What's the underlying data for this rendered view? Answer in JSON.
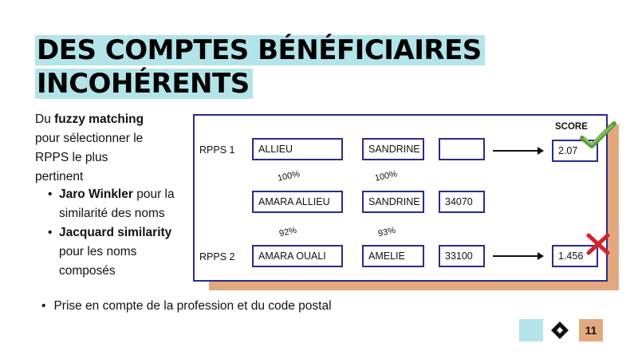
{
  "slide": {
    "title_line1": "DES COMPTES BÉNÉFICIAIRES",
    "title_line2": "INCOHÉRENTS",
    "intro_prefix": "Du ",
    "intro_bold": "fuzzy matching",
    "intro_rest": "pour sélectionner le RPPS le plus pertinent",
    "bullets": [
      {
        "bold": "Jaro Winkler",
        "rest": " pour la similarité des noms"
      },
      {
        "bold": "Jacquard similarity",
        "rest": " pour les noms composés"
      }
    ],
    "bottom_bullet": "Prise en compte de la profession et du code postal",
    "page_number": "11"
  },
  "diagram": {
    "score_header": "SCORE",
    "rpps1": {
      "label": "RPPS 1",
      "name": "ALLIEU",
      "firstname": "SANDRINE",
      "postal": "",
      "score": "2.07",
      "status": "check-icon"
    },
    "reference": {
      "name": "AMARA ALLIEU",
      "firstname": "SANDRINE",
      "postal": "34070"
    },
    "rpps2": {
      "label": "RPPS 2",
      "name": "AMARA OUALI",
      "firstname": "AMELIE",
      "postal": "33100",
      "score": "1.456",
      "status": "cross-icon"
    },
    "pct_name_1": "100%",
    "pct_firstname_1": "100%",
    "pct_name_2": "92%",
    "pct_firstname_2": "93%"
  },
  "colors": {
    "accent_teal": "#b3e4ea",
    "accent_orange": "#e3a97e",
    "frame_blue": "#2b2b8c",
    "check_green": "#5a9e3a",
    "cross_red": "#d6222a"
  }
}
